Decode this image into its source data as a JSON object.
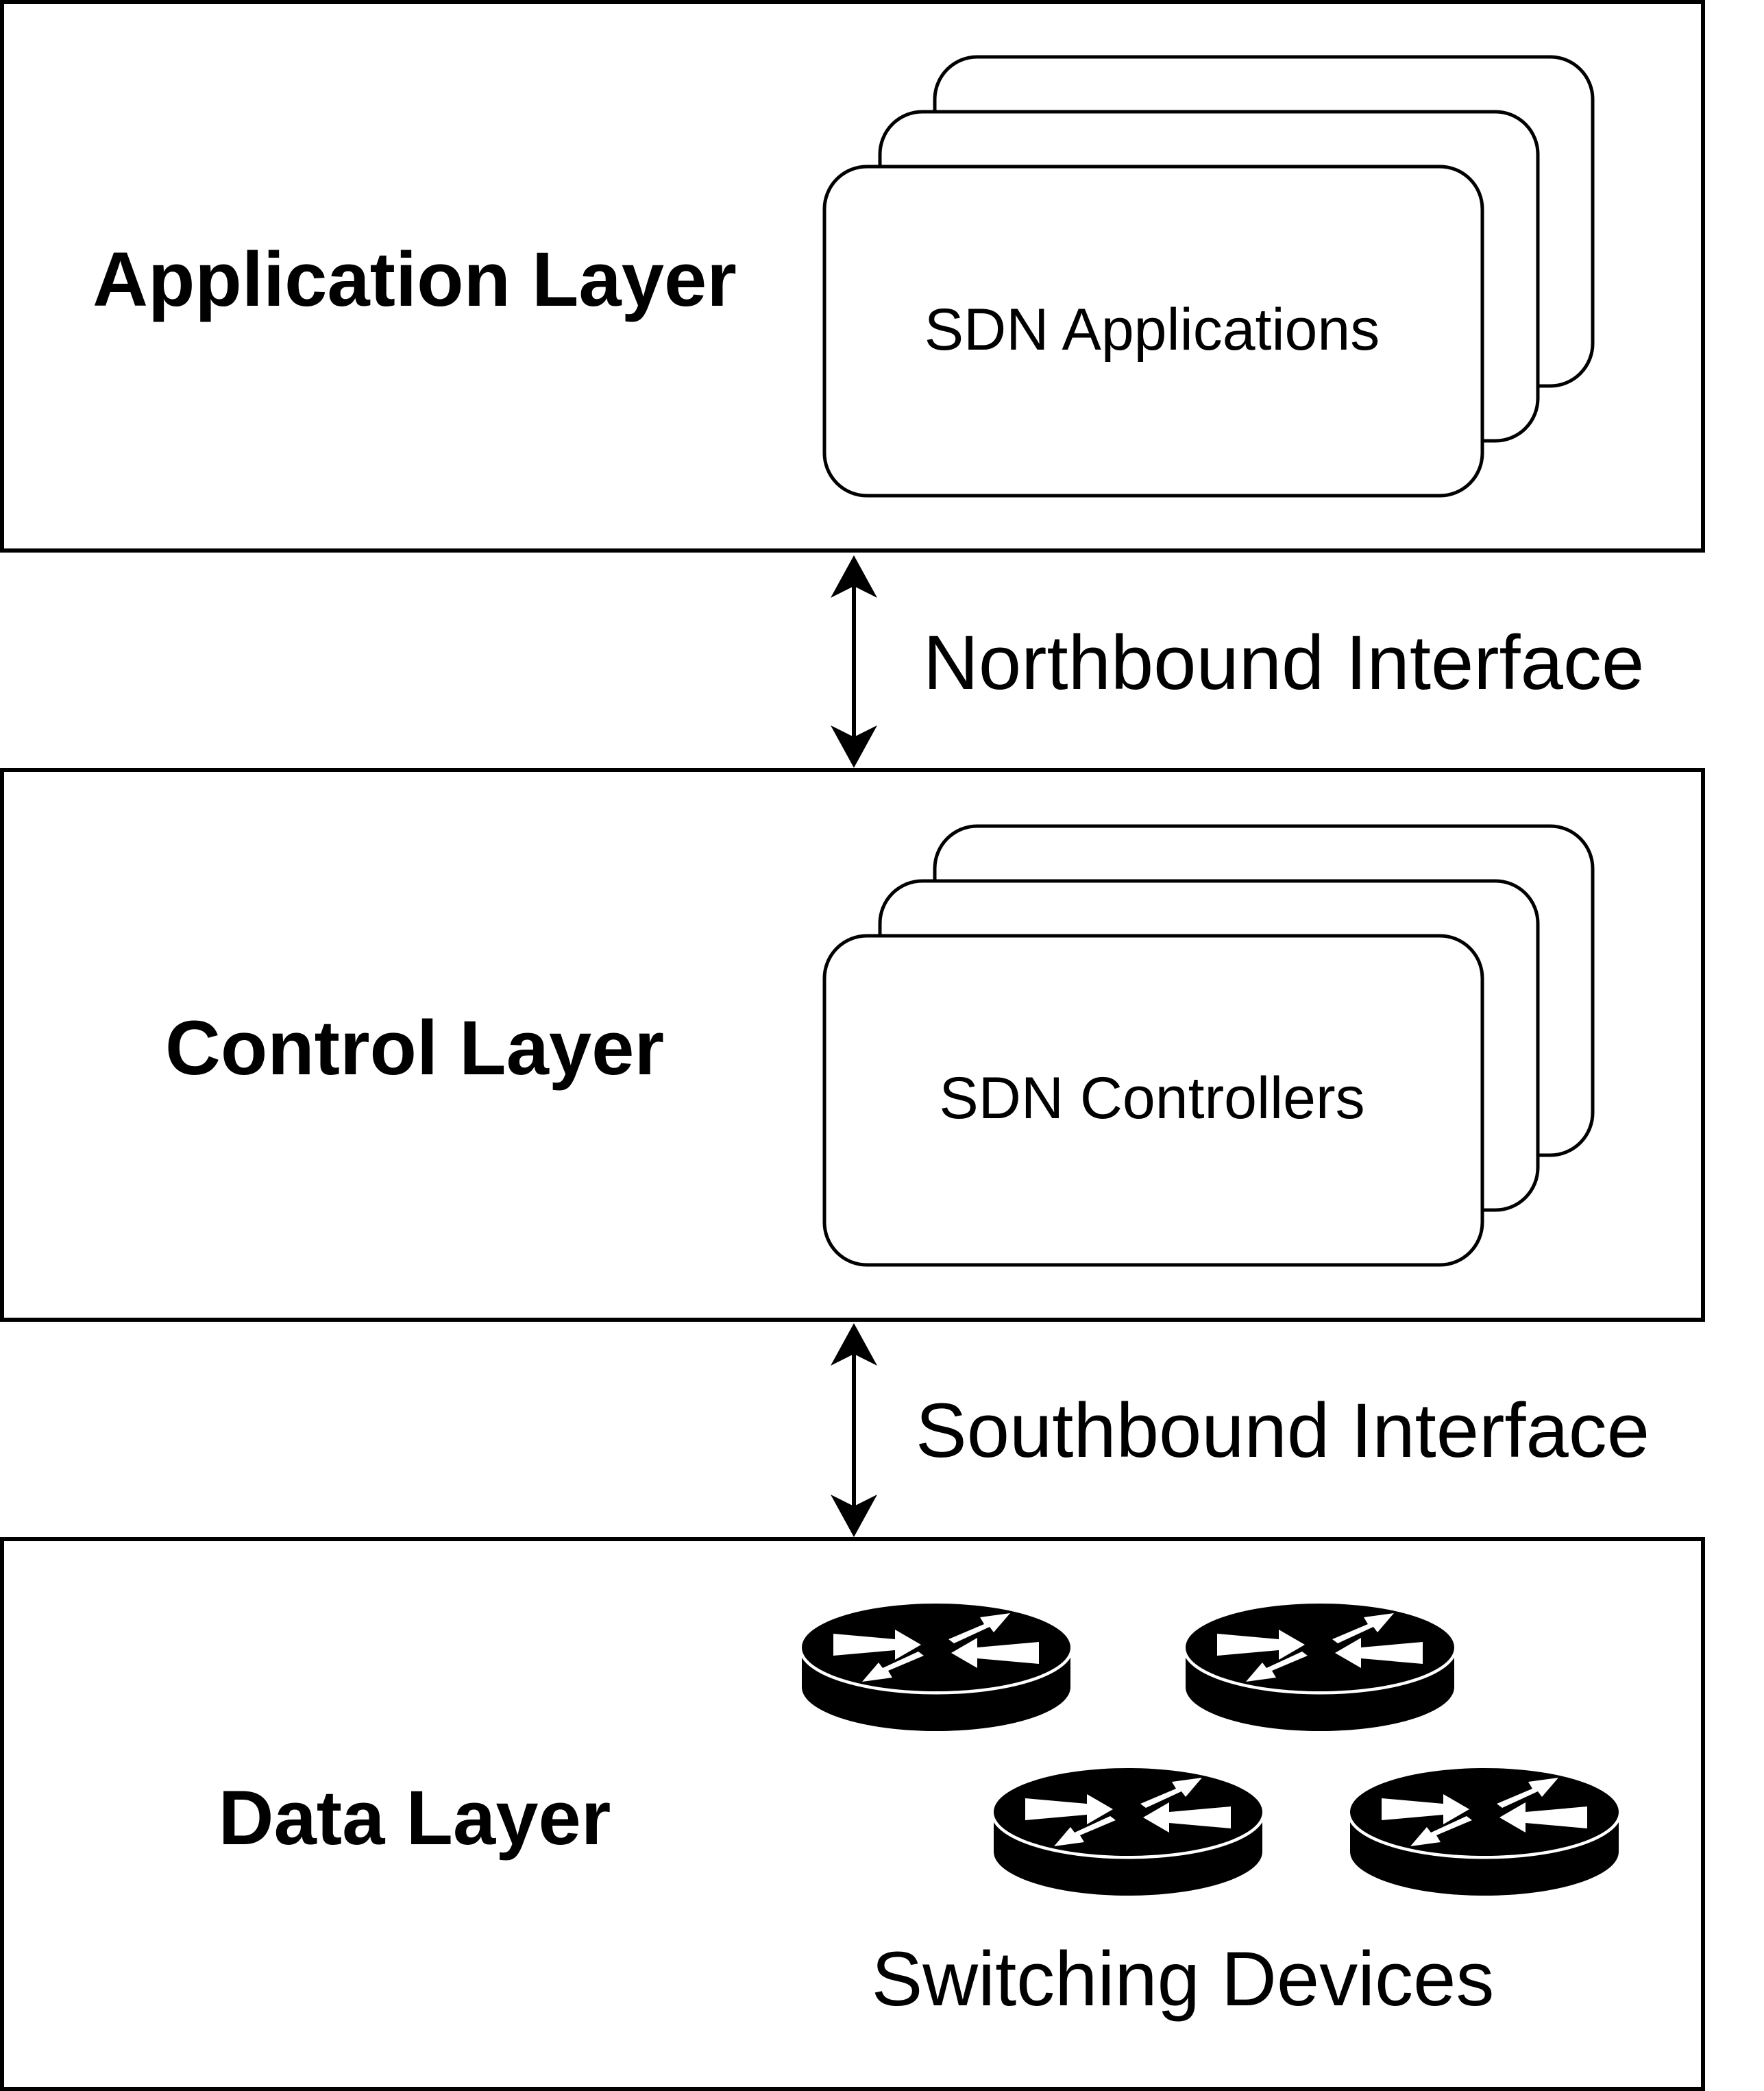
{
  "colors": {
    "stroke": "#000000",
    "background": "#ffffff",
    "router_body": "#000000",
    "router_arrows": "#ffffff"
  },
  "layers": {
    "application": {
      "title": "Application Layer",
      "stack_label": "SDN Applications"
    },
    "control": {
      "title": "Control Layer",
      "stack_label": "SDN Controllers"
    },
    "data": {
      "title": "Data Layer",
      "devices_label": "Switching Devices",
      "device_icon": "router-icon",
      "device_count": 4
    }
  },
  "interfaces": {
    "northbound": {
      "label": "Northbound Interface",
      "arrow": "bidirectional"
    },
    "southbound": {
      "label": "Southbound Interface",
      "arrow": "bidirectional"
    }
  }
}
